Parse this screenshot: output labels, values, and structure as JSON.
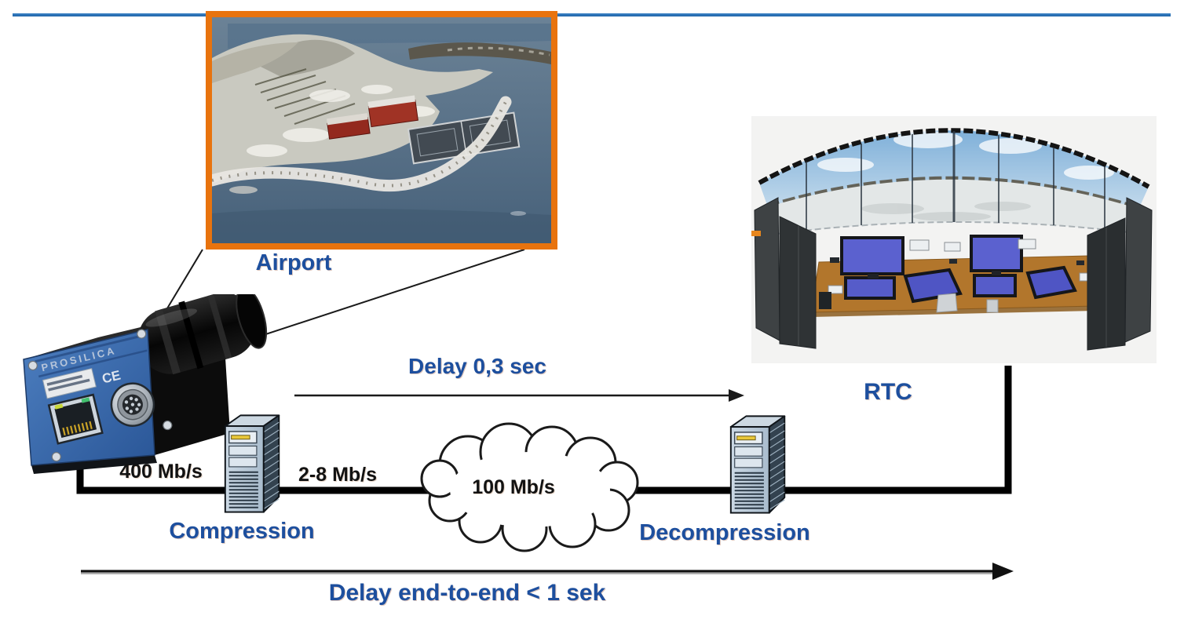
{
  "labels": {
    "airport": "Airport",
    "compression": "Compression",
    "decompression": "Decompression",
    "rtc": "RTC",
    "rate_camera": "400 Mb/s",
    "rate_compressed": "2-8 Mb/s",
    "rate_network": "100 Mb/s",
    "delay_video": "Delay 0,3 sec",
    "delay_total": "Delay end-to-end < 1 sek"
  },
  "camera": {
    "brand": "PROSILICA",
    "ce_mark": "CE"
  },
  "colors": {
    "accent_text_blue": "#1d4f9e",
    "header_rule_blue": "#2e75b6",
    "photo_frame_orange": "#e8730e",
    "connector_black": "#000000"
  }
}
